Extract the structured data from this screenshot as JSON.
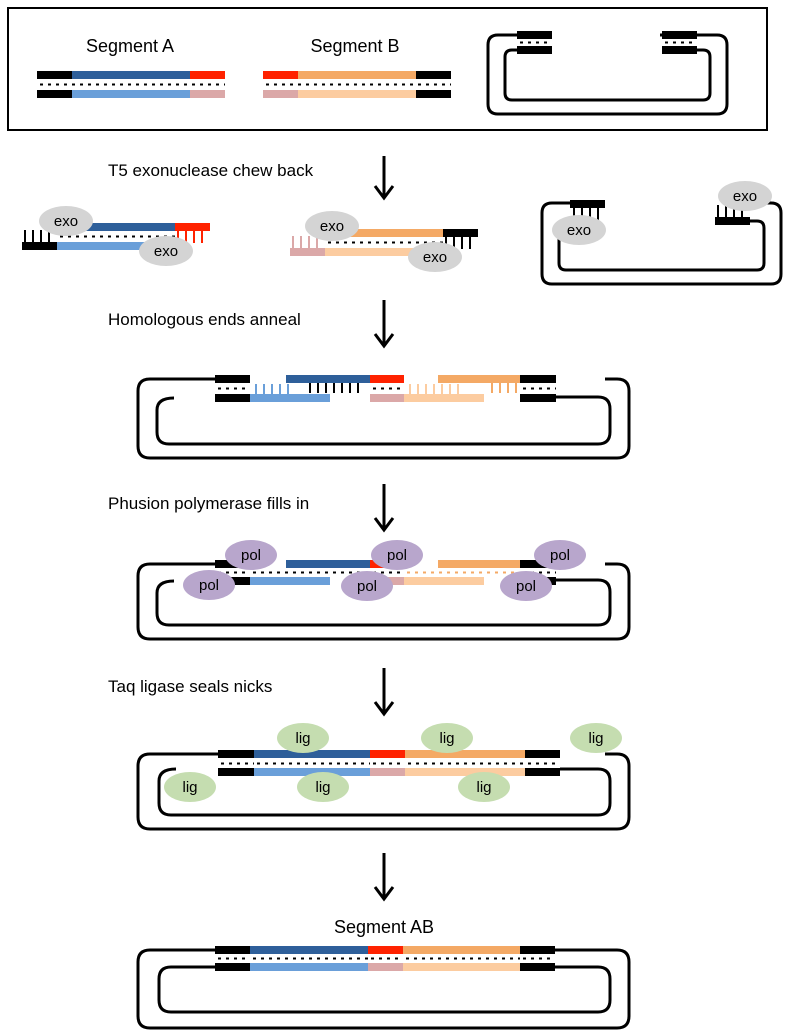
{
  "labels": {
    "segment_a": "Segment A",
    "segment_b": "Segment B",
    "segment_ab": "Segment AB"
  },
  "steps": {
    "chew_back": "T5 exonuclease chew back",
    "anneal": "Homologous ends anneal",
    "fill_in": "Phusion polymerase fills in",
    "seal": "Taq ligase seals nicks"
  },
  "enzymes": {
    "exo": "exo",
    "pol": "pol",
    "lig": "lig"
  },
  "colors": {
    "dark_blue": "#2e5f9a",
    "light_blue": "#6a9fd9",
    "red": "#ff2200",
    "pink": "#dba8a8",
    "orange": "#f4a965",
    "peach": "#fccca0",
    "black": "#000000",
    "exo_fill": "#d4d4d4",
    "pol_fill": "#b8a6cc",
    "lig_fill": "#c5ddb0"
  }
}
